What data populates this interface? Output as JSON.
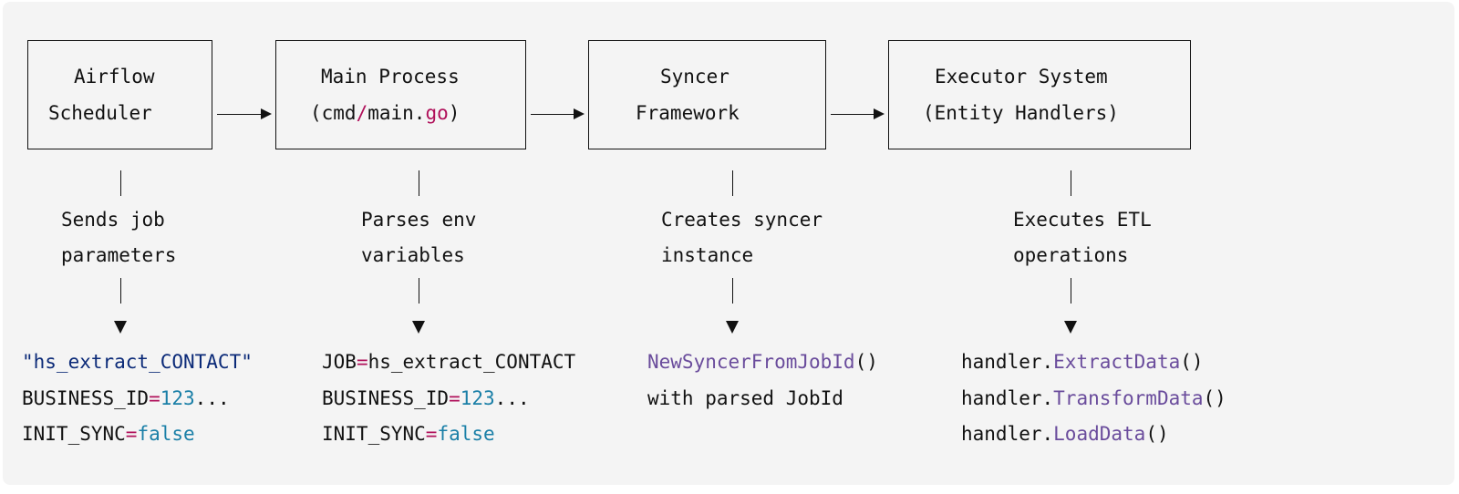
{
  "steps": [
    {
      "title_lines": [
        "Airflow",
        "Scheduler"
      ],
      "description_lines": [
        "Sends job",
        "parameters"
      ]
    },
    {
      "title_lines": [
        "Main Process"
      ],
      "title_line2": {
        "p1": "(cmd",
        "p2": "/",
        "p3": "main.",
        "p4": "go",
        "p5": ")"
      },
      "description_lines": [
        "Parses env",
        "variables"
      ]
    },
    {
      "title_lines": [
        "Syncer",
        "Framework"
      ],
      "description_lines": [
        "Creates syncer",
        "instance"
      ]
    },
    {
      "title_lines": [
        "Executor System",
        "(Entity Handlers)"
      ],
      "description_lines": [
        "Executes ETL",
        "operations"
      ]
    }
  ],
  "code_blocks": [
    {
      "line1": {
        "text": "\"hs_extract_CONTACT\""
      },
      "line2": {
        "key": "BUSINESS_ID",
        "op": "=",
        "num": "123",
        "dots": "..."
      },
      "line3": {
        "key": "INIT_SYNC",
        "op": "=",
        "val": "false"
      }
    },
    {
      "line1": {
        "key": "JOB",
        "op": "=",
        "val": "hs_extract_CONTACT"
      },
      "line2": {
        "key": "BUSINESS_ID",
        "op": "=",
        "num": "123",
        "dots": "..."
      },
      "line3": {
        "key": "INIT_SYNC",
        "op": "=",
        "val": "false"
      }
    },
    {
      "line1": {
        "fn": "NewSyncerFromJobId",
        "tail": "()"
      },
      "line2": {
        "text": "with parsed JobId"
      }
    },
    {
      "line1": {
        "obj": "handler.",
        "fn": "ExtractData",
        "tail": "()"
      },
      "line2": {
        "obj": "handler.",
        "fn": "TransformData",
        "tail": "()"
      },
      "line3": {
        "obj": "handler.",
        "fn": "LoadData",
        "tail": "()"
      }
    }
  ]
}
